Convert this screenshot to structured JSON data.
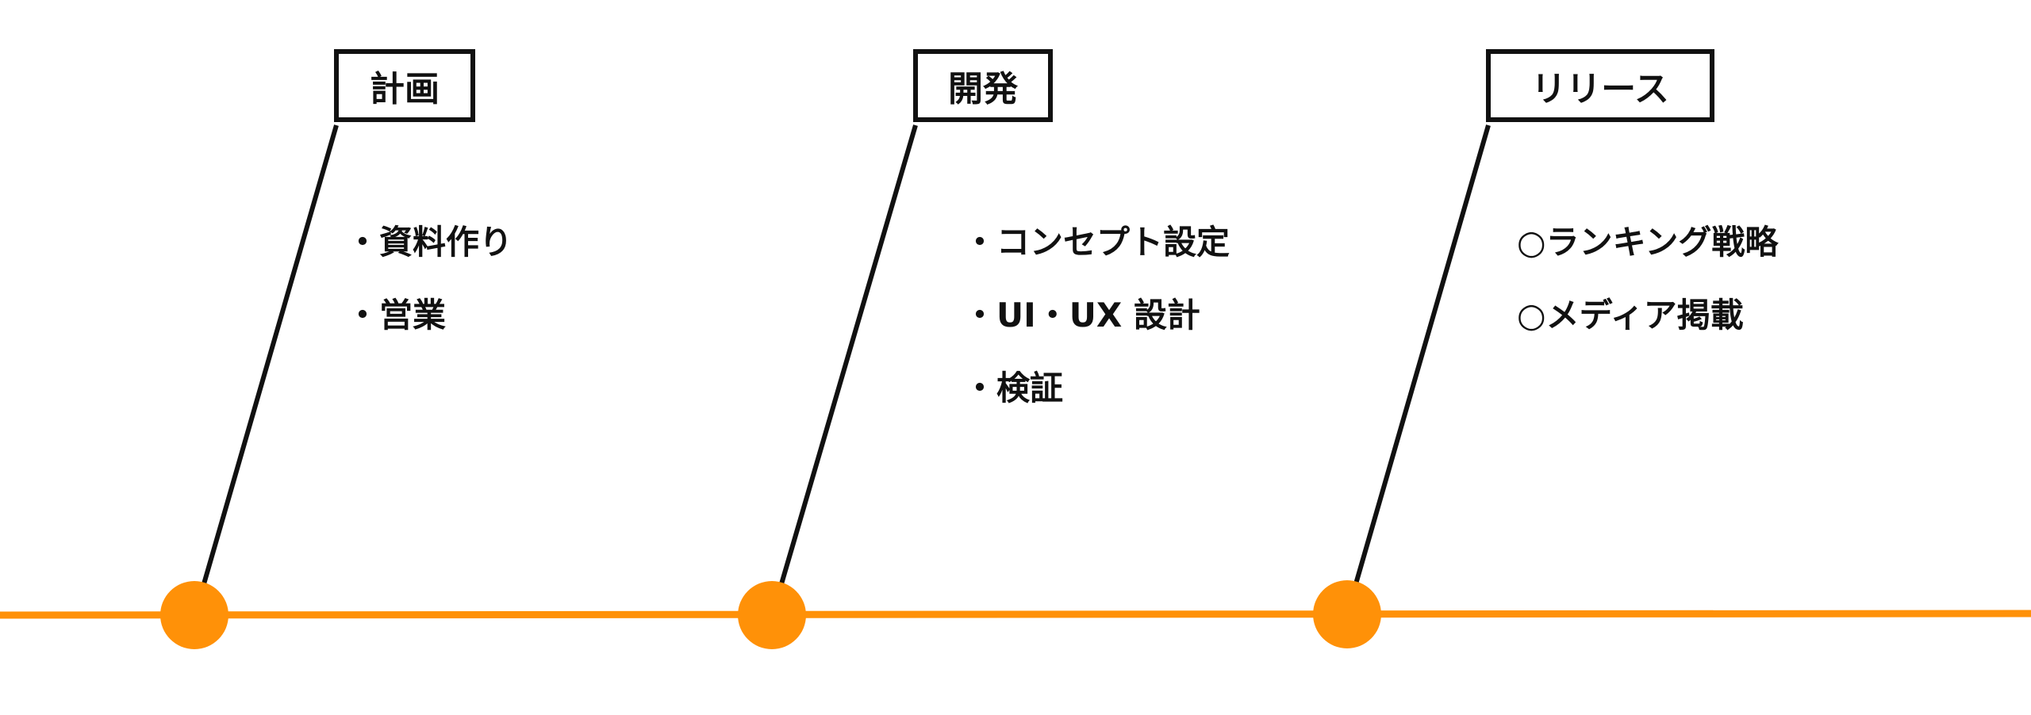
{
  "colors": {
    "timeline": "#ff9108",
    "stroke": "#111111"
  },
  "phases": [
    {
      "label": "計画",
      "items": [
        "・資料作り",
        "・営業"
      ]
    },
    {
      "label": "開発",
      "items": [
        "・コンセプト設定",
        "・UI・UX 設計",
        "・検証"
      ]
    },
    {
      "label": "リリース",
      "items": [
        "○ランキング戦略",
        "○メディア掲載"
      ]
    }
  ]
}
